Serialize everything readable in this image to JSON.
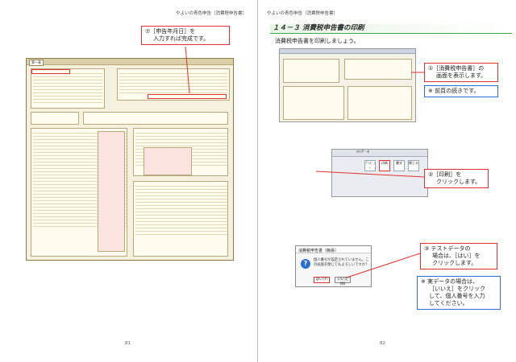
{
  "left_page": {
    "header": "やよいの青色申告（消費税申告書）",
    "page_number": "81",
    "callout_7": {
      "line1": "⑦［申告年月日］を",
      "line2": "入力すれば完成です。"
    }
  },
  "right_page": {
    "header": "やよいの青色申告（消費税申告書）",
    "page_number": "82",
    "section_title": "１４－３ 消費税申告書の印刷",
    "intro": "消費税申告書を印刷しましょう。",
    "callout_1": {
      "line1": "①［消費税申告書］の",
      "line2": "画面を表示します。"
    },
    "note_1": "※ 前頁の続きです。",
    "callout_2": {
      "line1": "②［印刷］を",
      "line2": "クリックします。"
    },
    "callout_3": {
      "line1": "③ テストデータの",
      "line2": "場合は、［はい］を",
      "line3": "クリックします。"
    },
    "note_2": {
      "line1": "※ 実データの場合は、",
      "line2": "［いいえ］をクリック",
      "line3": "して、個人番号を入力",
      "line4": "してください。"
    }
  },
  "ribbon": {
    "tab_label": "ﾒｲﾝﾃﾞｰﾀ",
    "buttons": [
      "ﾌﾟﾚﾋﾞｭｰ",
      "印刷",
      "書式",
      "閉じる"
    ]
  },
  "dialog": {
    "title": "消費税申告書（簡易）",
    "message": "個人番号が設定されていません。この画面を閉じてもよろしいですか？",
    "yes_label": "はい(Y)",
    "no_label": "いいえ(N)"
  },
  "form": {
    "tab_label": "第一表"
  }
}
